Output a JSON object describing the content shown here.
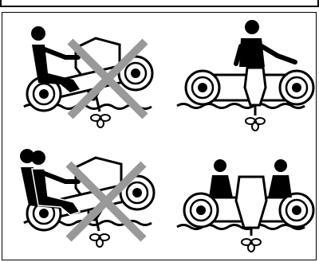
{
  "figure": {
    "panels": [
      {
        "id": "single-front-prohibited",
        "occupants": 1,
        "position": "front",
        "prohibited": true
      },
      {
        "id": "single-center-correct",
        "occupants": 1,
        "position": "center",
        "prohibited": false
      },
      {
        "id": "double-front-prohibited",
        "occupants": 2,
        "position": "front",
        "prohibited": true
      },
      {
        "id": "double-sides-correct",
        "occupants": 2,
        "position": "sides",
        "prohibited": false
      }
    ],
    "colors": {
      "ink": "#000000",
      "paper": "#ffffff",
      "prohibition_mark": "#999999"
    }
  }
}
